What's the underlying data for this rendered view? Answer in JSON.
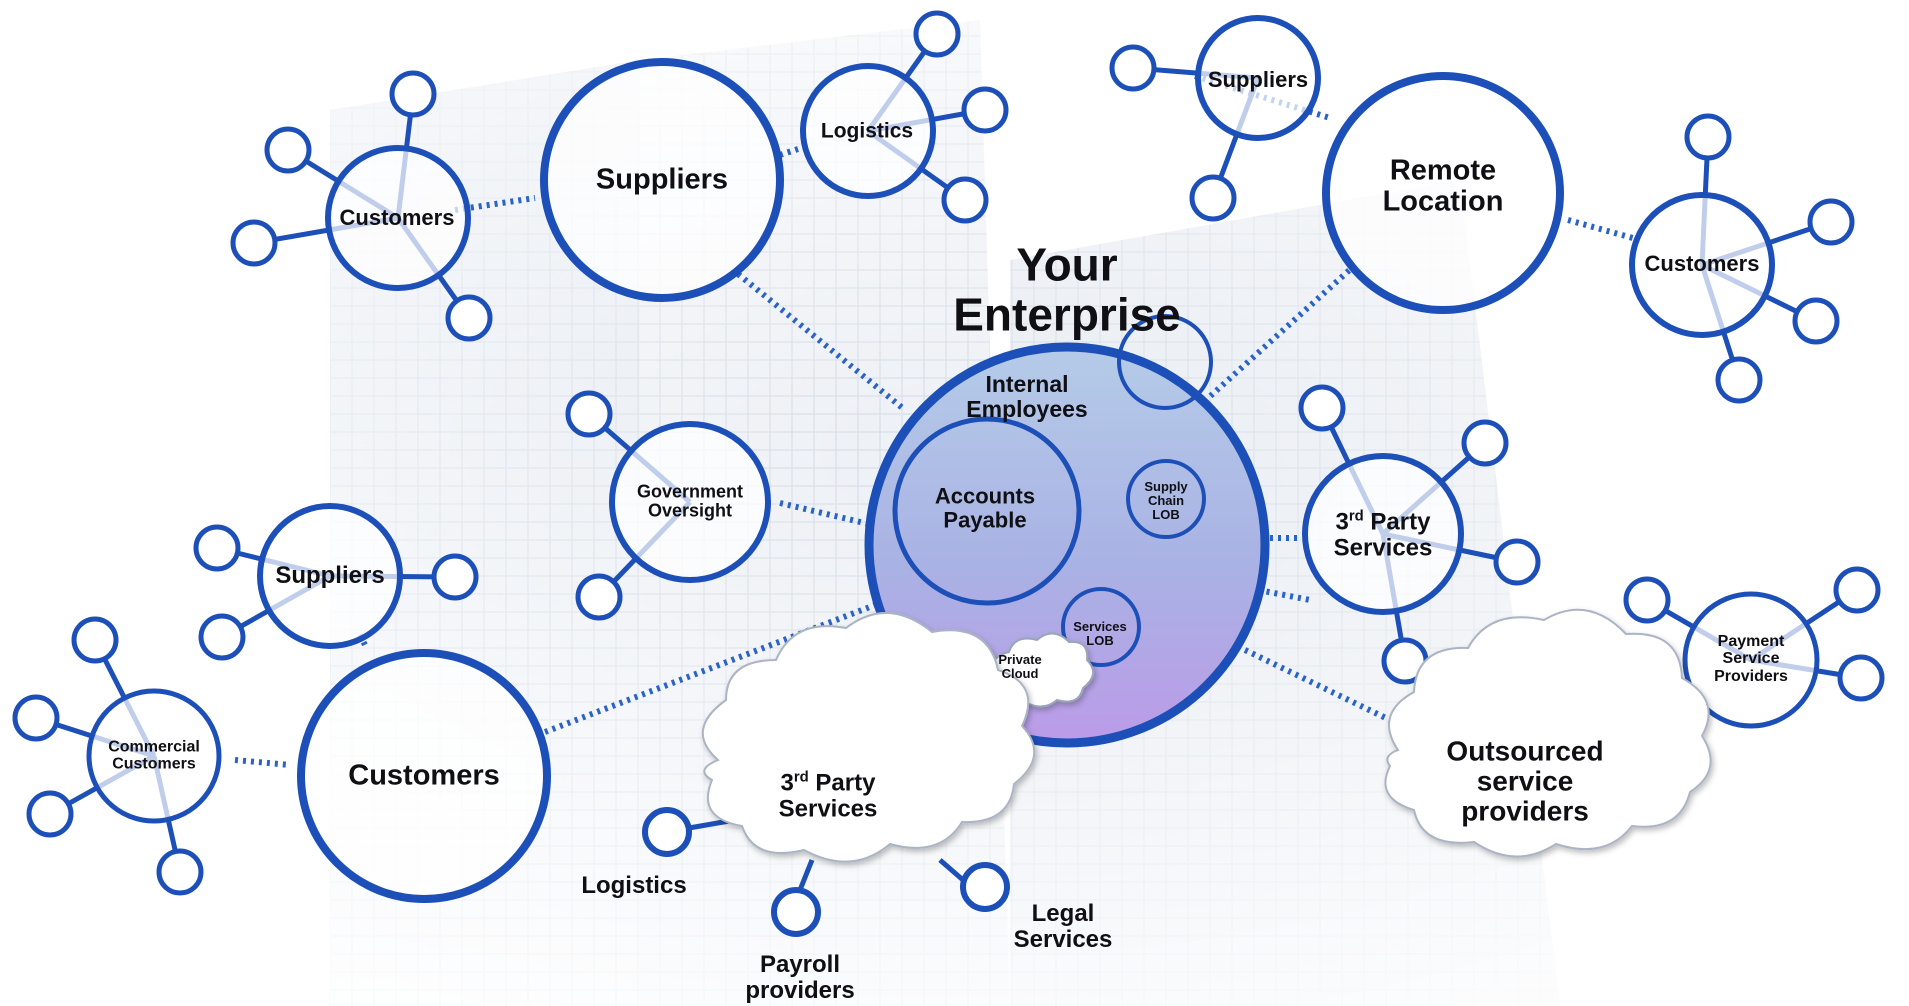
{
  "title": [
    "Your",
    "Enterprise"
  ],
  "center": {
    "internal_employees": [
      "Internal",
      "Employees"
    ],
    "accounts_payable": [
      "Accounts",
      "Payable"
    ],
    "supply_chain_lob": [
      "Supply",
      "Chain",
      "LOB"
    ],
    "services_lob": [
      "Services",
      "LOB"
    ],
    "private_cloud": [
      "Private",
      "Cloud"
    ]
  },
  "nodes": {
    "suppliers_top": "Suppliers",
    "logistics_top": "Logistics",
    "customers_top_left": "Customers",
    "suppliers_top_right": "Suppliers",
    "remote_location": [
      "Remote",
      "Location"
    ],
    "customers_right": "Customers",
    "government_oversight": [
      "Government",
      "Oversight"
    ],
    "third_party_right": {
      "pre": "3",
      "sup": "rd",
      "post": " Party",
      "line2": "Services"
    },
    "payment_service_providers": [
      "Payment",
      "Service",
      "Providers"
    ],
    "suppliers_left": "Suppliers",
    "commercial_customers": [
      "Commercial",
      "Customers"
    ],
    "customers_big": "Customers",
    "third_party_cloud": {
      "pre": "3",
      "sup": "rd",
      "post": " Party",
      "line2": "Services"
    },
    "outsourced": [
      "Outsourced",
      "service",
      "providers"
    ],
    "logistics_bottom": "Logistics",
    "payroll": [
      "Payroll",
      "providers"
    ],
    "legal": [
      "Legal",
      "Services"
    ]
  },
  "colors": {
    "ring": "#1d4fb8",
    "dots": "#2a63c8",
    "enterprise_fill_top": "#aec4e6",
    "enterprise_fill_bottom": "#b69ae6"
  }
}
